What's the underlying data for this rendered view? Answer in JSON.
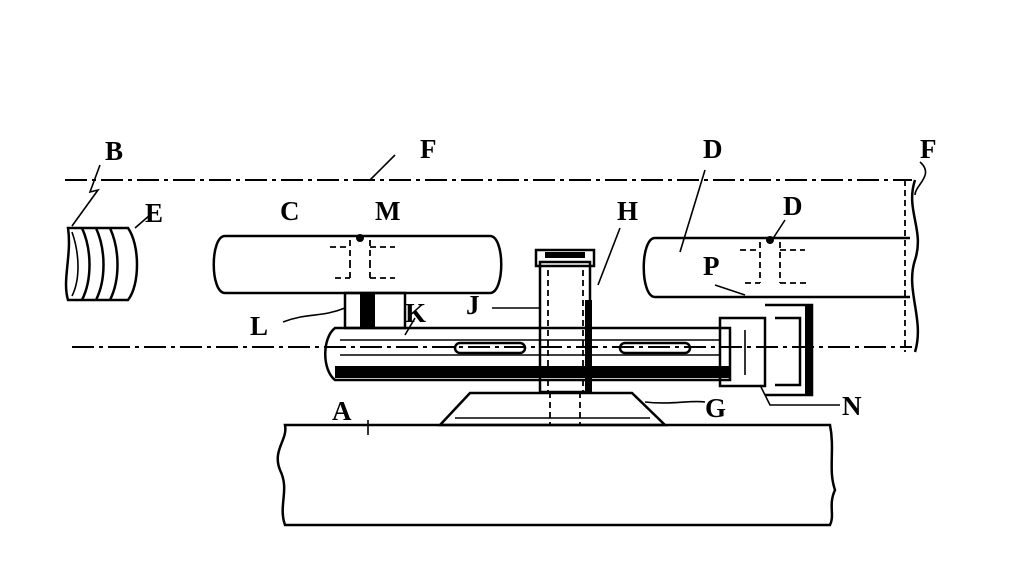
{
  "figure": {
    "labels": {
      "B": "B",
      "E": "E",
      "C": "C",
      "M": "M",
      "F_left": "F",
      "F_right": "F",
      "D_outer": "D",
      "D_inner": "D",
      "H": "H",
      "P": "P",
      "L": "L",
      "K": "K",
      "J": "J",
      "A": "A",
      "G": "G",
      "N": "N"
    }
  }
}
